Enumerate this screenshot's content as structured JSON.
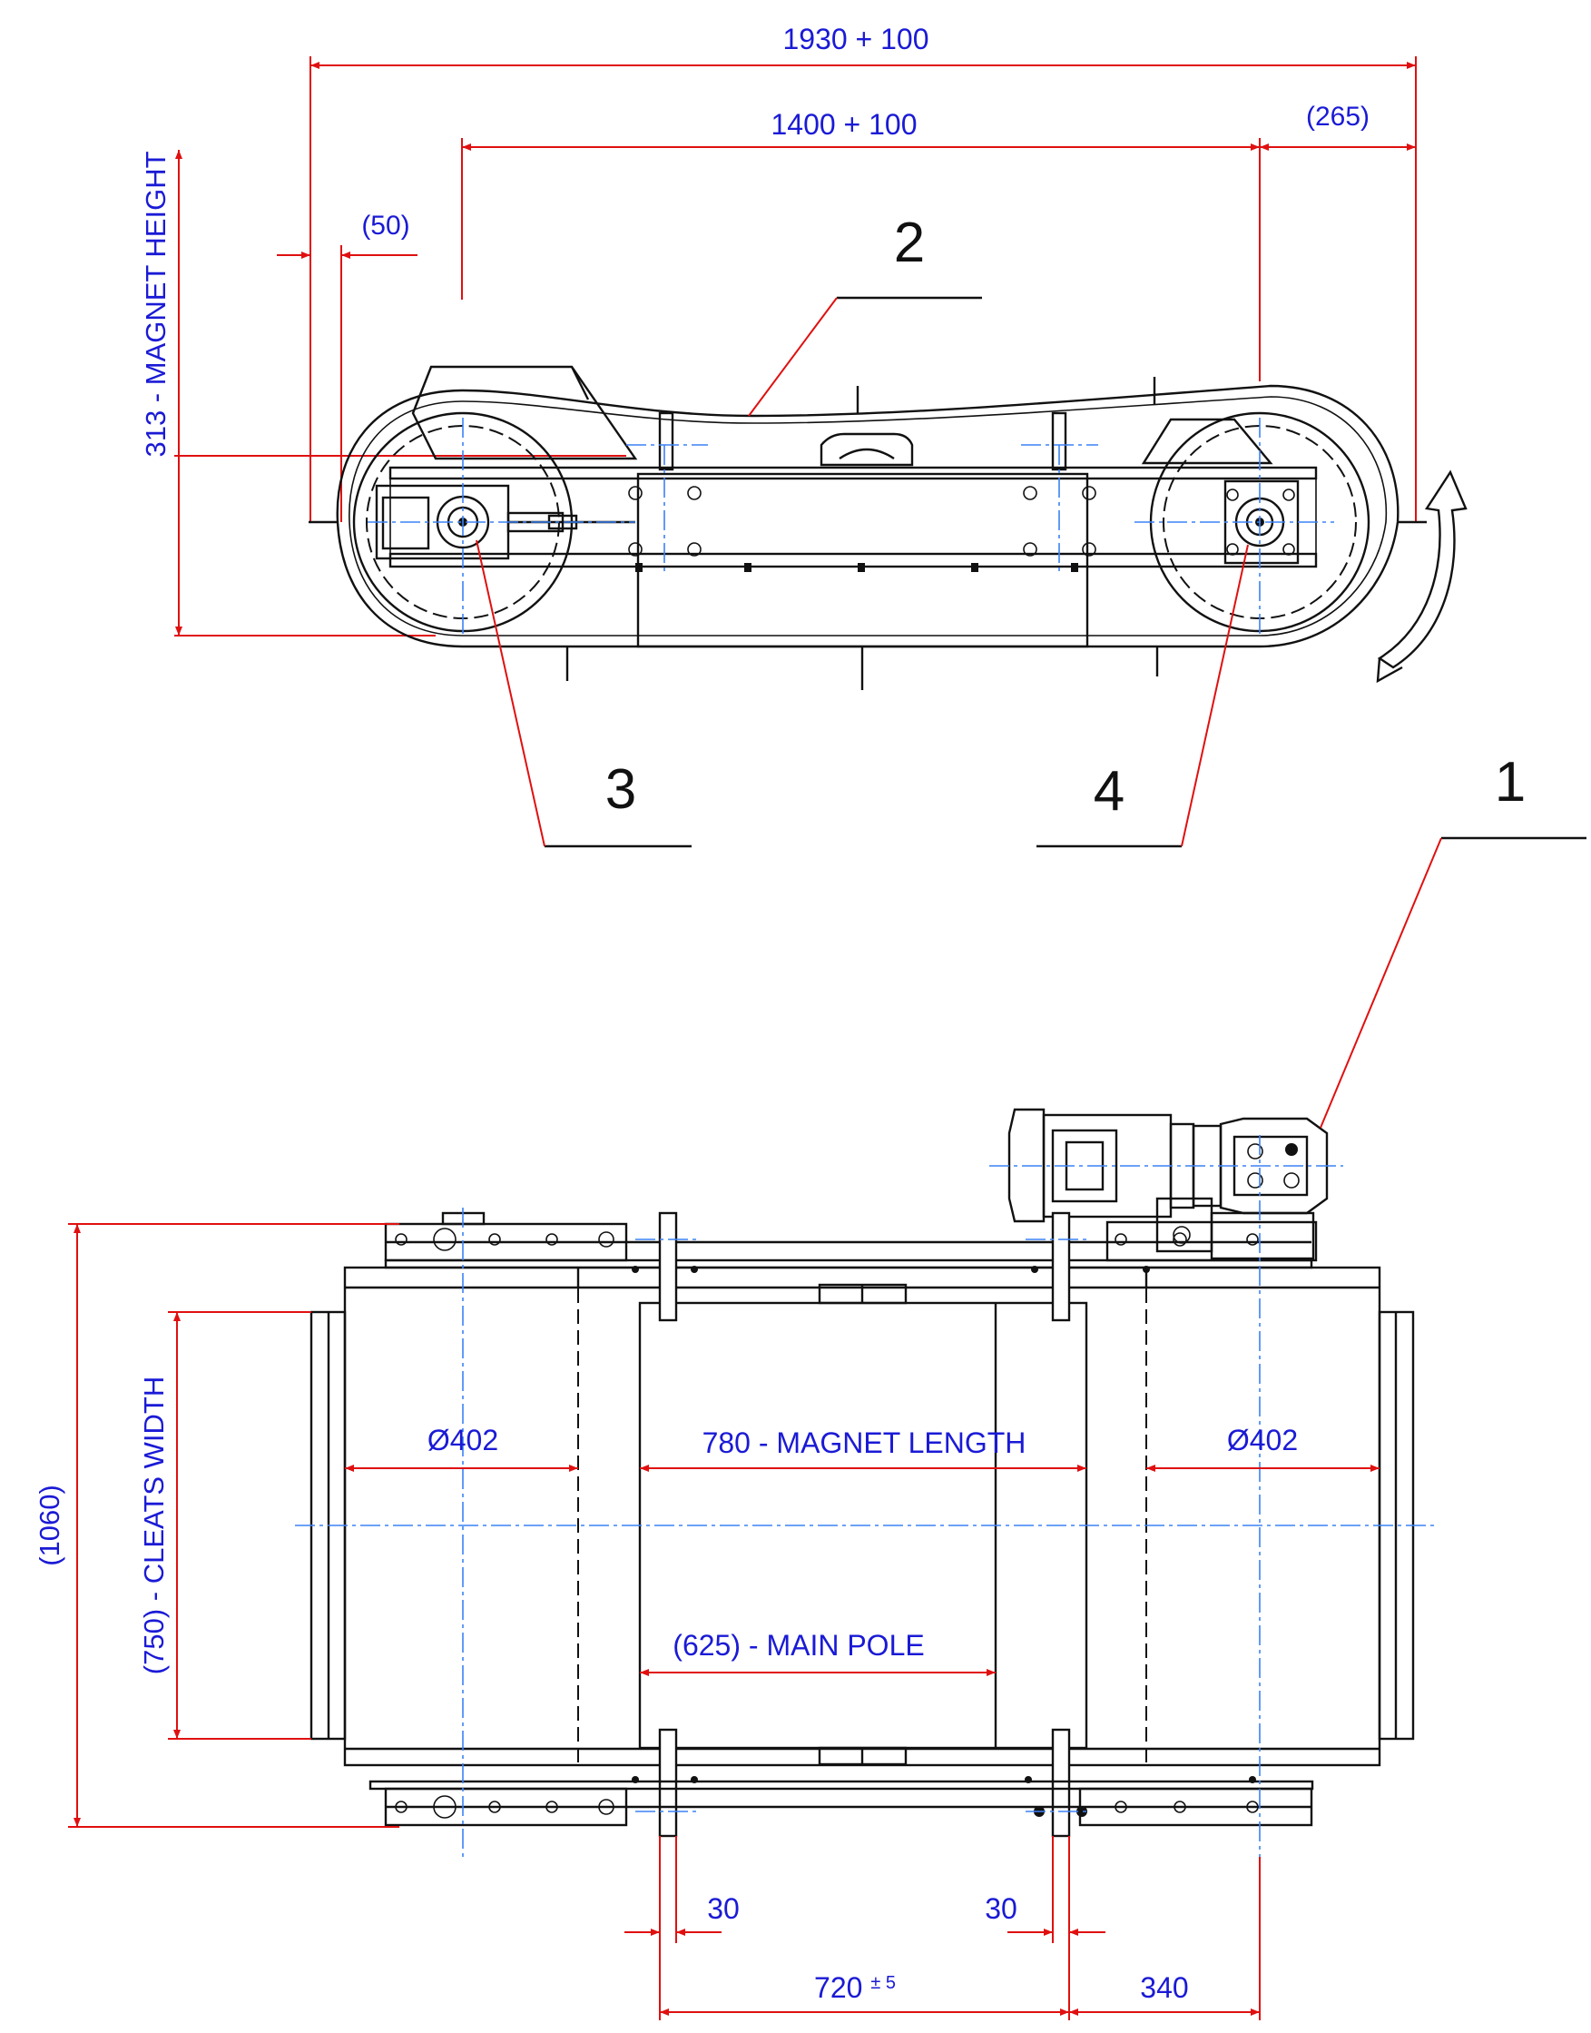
{
  "colors": {
    "outline": "#111111",
    "dimension": "#e01010",
    "dimension_text": "#1a1ad6",
    "centerline": "#3b82f6"
  },
  "side_view": {
    "dimensions": {
      "overall_length": "1930 + 100",
      "pulley_centers": "1400 + 100",
      "drive_overhang": "(265)",
      "idler_overhang": "(50)",
      "magnet_height": "313 - MAGNET HEIGHT"
    },
    "callouts": {
      "belt": "2",
      "idler_pulley": "3",
      "drive_pulley": "4"
    }
  },
  "plan_view": {
    "dimensions": {
      "overall_width": "(1060)",
      "cleats_width": "(750) - CLEATS WIDTH",
      "pulley_diameter_left": "Ø402",
      "pulley_diameter_right": "Ø402",
      "magnet_length": "780 - MAGNET LENGTH",
      "main_pole": "(625) - MAIN POLE",
      "support_left": "30",
      "support_right": "30",
      "support_span": "720",
      "support_span_tolerance": "± 5",
      "drive_offset": "340"
    },
    "callouts": {
      "gear_motor": "1"
    }
  }
}
